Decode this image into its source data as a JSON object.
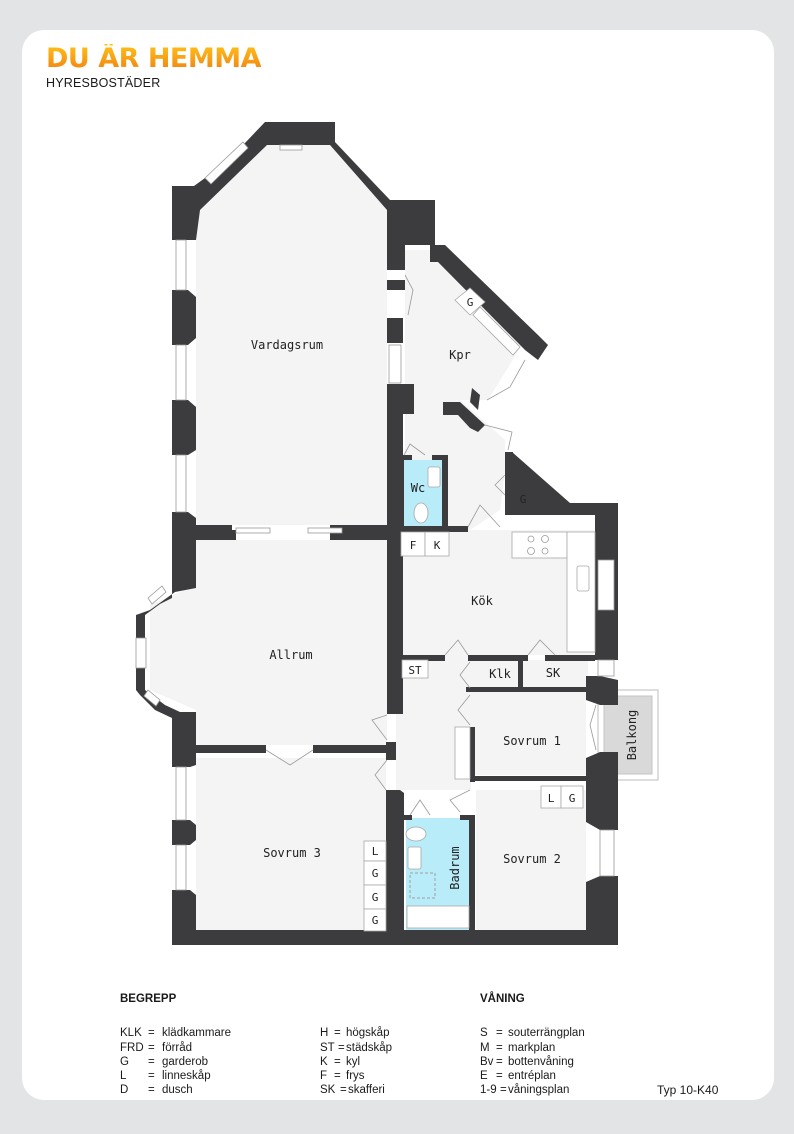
{
  "brand": {
    "title": "DU ÄR HEMMA",
    "subtitle": "HYRESBOSTÄDER",
    "title_gradient": [
      "#ffc21a",
      "#f07c10"
    ]
  },
  "floorplan": {
    "wall_color": "#3c3c3e",
    "floor_color": "#f4f4f4",
    "wet_room_color": "#b8ecf9",
    "balcony_color": "#d9d9d9",
    "rooms": {
      "vardagsrum": "Vardagsrum",
      "kpr": "Kpr",
      "wc": "Wc",
      "kok": "Kök",
      "allrum": "Allrum",
      "sovrum1": "Sovrum 1",
      "sovrum2": "Sovrum 2",
      "sovrum3": "Sovrum 3",
      "badrum": "Badrum",
      "balkong": "Balkong",
      "klk": "Klk",
      "sk": "SK",
      "st": "ST"
    },
    "fixtures": {
      "kpr_g": "G",
      "hall_g": "G",
      "kok_f": "F",
      "kok_k": "K",
      "sov2_l": "L",
      "sov2_g": "G",
      "sov3_l": "L",
      "sov3_g1": "G",
      "sov3_g2": "G",
      "sov3_g3": "G"
    }
  },
  "legend": {
    "begrepp": {
      "title": "BEGREPP",
      "col1": [
        {
          "key": "KLK",
          "sep": "=",
          "value": "klädkammare"
        },
        {
          "key": "FRD",
          "sep": "=",
          "value": "förråd"
        },
        {
          "key": "G",
          "sep": "=",
          "value": "garderob"
        },
        {
          "key": "L",
          "sep": "=",
          "value": "linneskåp"
        },
        {
          "key": "D",
          "sep": "=",
          "value": "dusch"
        }
      ],
      "col2": [
        {
          "key": "H",
          "sep": "=",
          "value": "högskåp"
        },
        {
          "key": "ST",
          "sep": "=",
          "value": "städskåp"
        },
        {
          "key": "K",
          "sep": "=",
          "value": "kyl"
        },
        {
          "key": "F",
          "sep": "=",
          "value": "frys"
        },
        {
          "key": "SK",
          "sep": "=",
          "value": "skafferi"
        }
      ]
    },
    "vaning": {
      "title": "VÅNING",
      "items": [
        {
          "key": "S",
          "sep": "=",
          "value": "souterrängplan"
        },
        {
          "key": "M",
          "sep": "=",
          "value": "markplan"
        },
        {
          "key": "Bv",
          "sep": "=",
          "value": "bottenvåning"
        },
        {
          "key": "E",
          "sep": "=",
          "value": "entréplan"
        },
        {
          "key": "1-9",
          "sep": "=",
          "value": "våningsplan"
        }
      ]
    }
  },
  "type_code": "Typ 10-K40"
}
